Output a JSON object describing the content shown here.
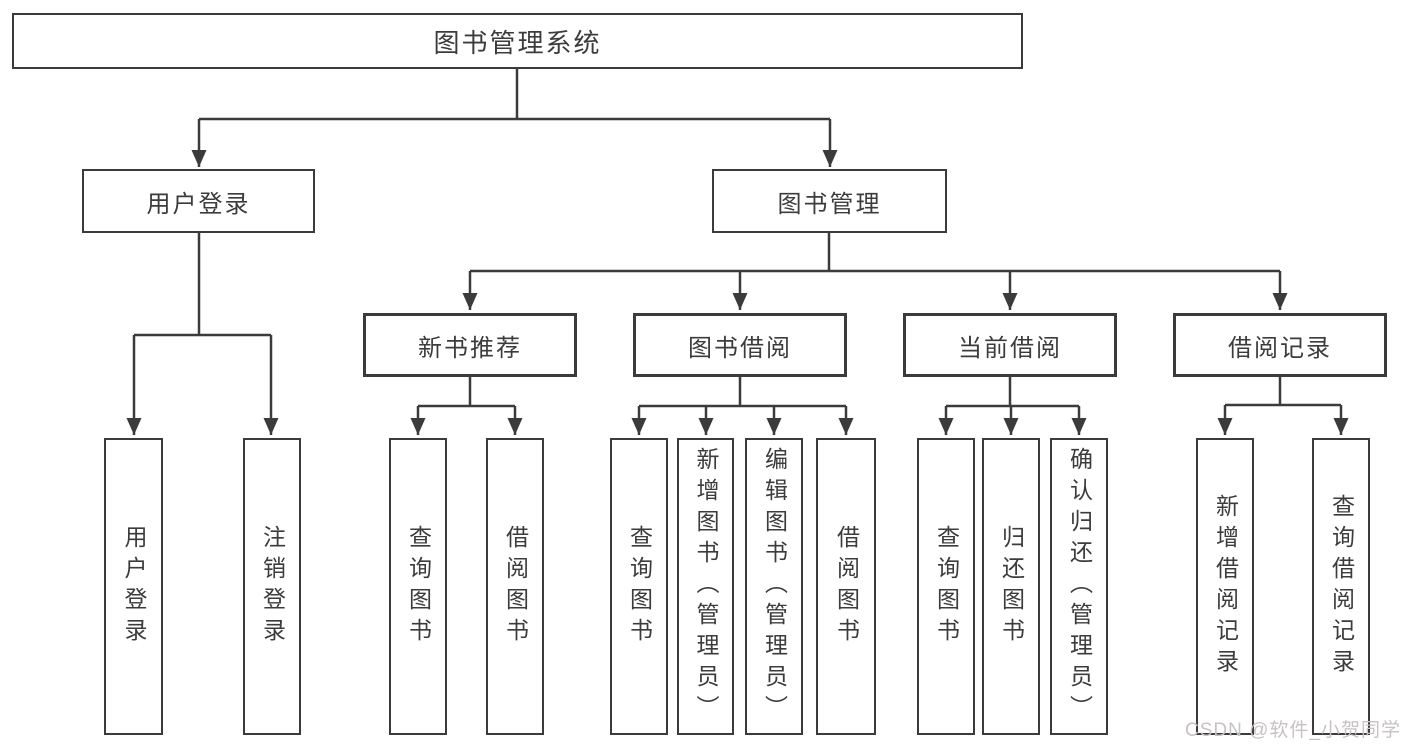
{
  "diagram": {
    "type": "hierarchy-tree",
    "colors": {
      "line": "#3b3b3b",
      "text": "#3c3c3c",
      "background": "#ffffff",
      "watermark_text": "#c8c2c2"
    },
    "tree": {
      "label": "图书管理系统",
      "children": [
        {
          "label": "用户登录",
          "children": [
            {
              "label": "用户登录"
            },
            {
              "label": "注销登录"
            }
          ]
        },
        {
          "label": "图书管理",
          "children": [
            {
              "label": "新书推荐",
              "children": [
                {
                  "label": "查询图书"
                },
                {
                  "label": "借阅图书"
                }
              ]
            },
            {
              "label": "图书借阅",
              "children": [
                {
                  "label": "查询图书"
                },
                {
                  "label": "新增图书（管理员）"
                },
                {
                  "label": "编辑图书（管理员）"
                },
                {
                  "label": "借阅图书"
                }
              ]
            },
            {
              "label": "当前借阅",
              "children": [
                {
                  "label": "查询图书"
                },
                {
                  "label": "归还图书"
                },
                {
                  "label": "确认归还（管理员）"
                }
              ]
            },
            {
              "label": "借阅记录",
              "children": [
                {
                  "label": "新增借阅记录"
                },
                {
                  "label": "查询借阅记录"
                }
              ]
            }
          ]
        }
      ]
    },
    "watermark": "CSDN @软件_小贺同学"
  }
}
